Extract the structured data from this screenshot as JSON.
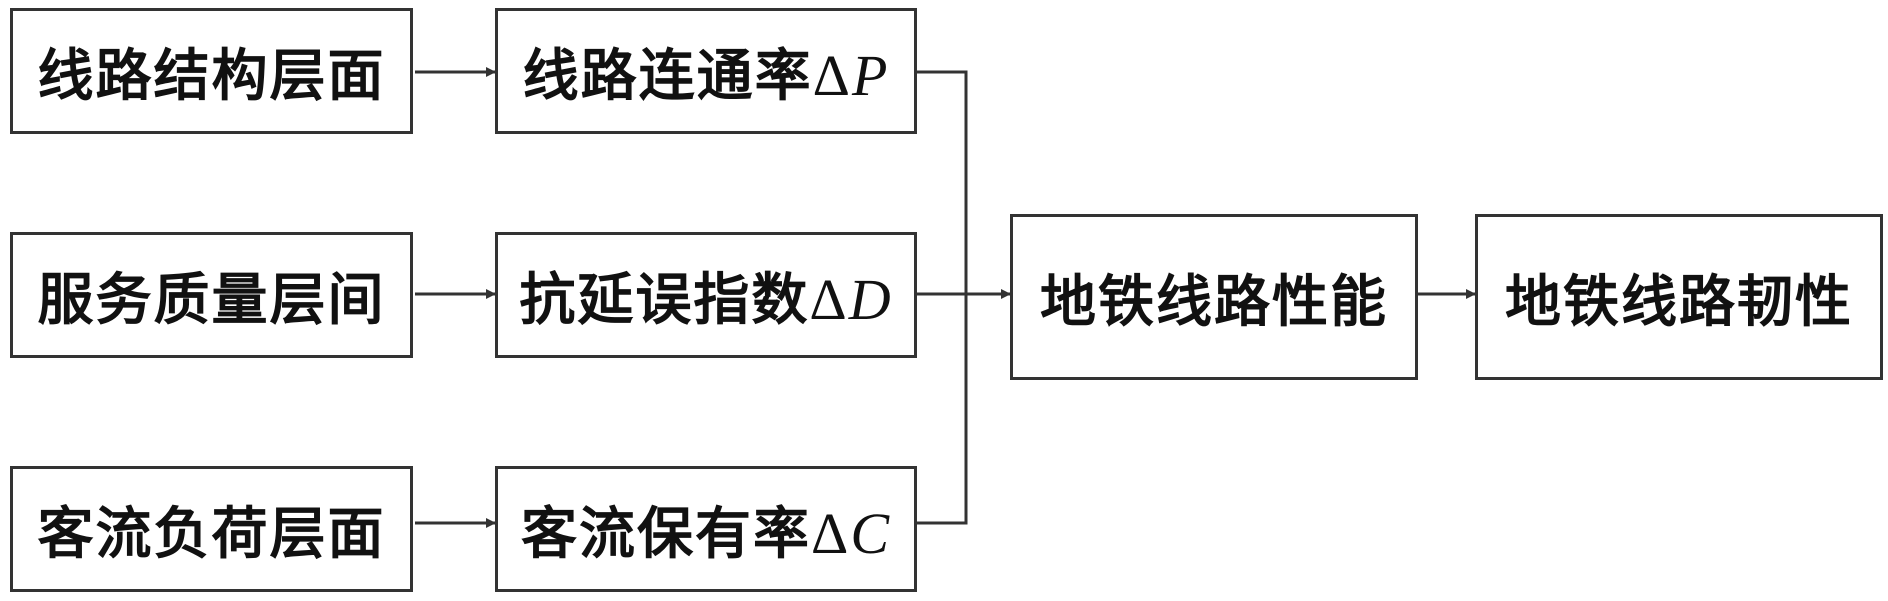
{
  "layers": [
    {
      "level": "线路结构层面",
      "metric_text": "线路连通率",
      "metric_symbol": "P"
    },
    {
      "level": "服务质量层间",
      "metric_text": "抗延误指数",
      "metric_symbol": "D"
    },
    {
      "level": "客流负荷层面",
      "metric_text": "客流保有率",
      "metric_symbol": "C"
    }
  ],
  "delta": "Δ",
  "performance": "地铁线路性能",
  "resilience": "地铁线路韧性",
  "colors": {
    "line": "#333333",
    "text": "#111111",
    "background": "#ffffff"
  }
}
